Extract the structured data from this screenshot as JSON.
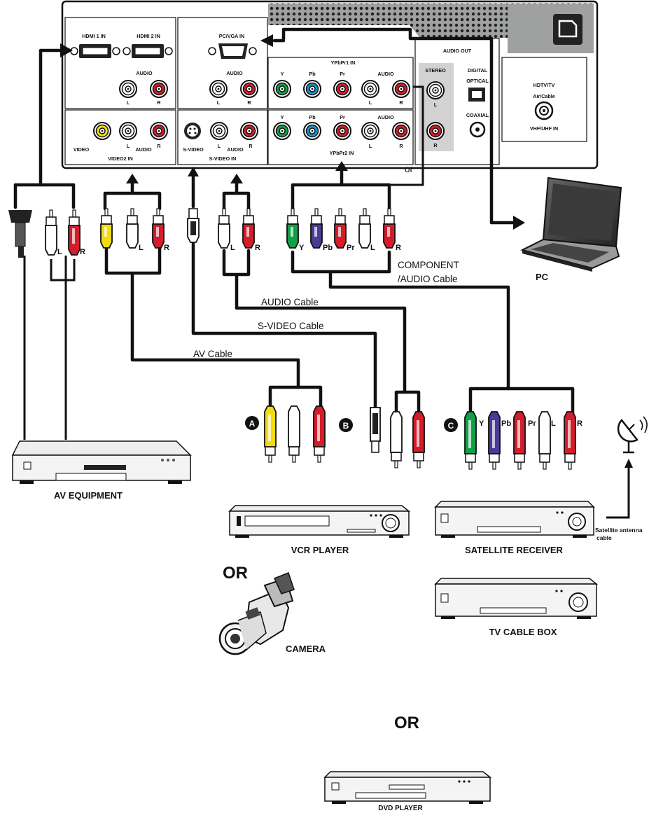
{
  "colors": {
    "green": "#11a047",
    "blue": "#1c93cc",
    "red": "#d41d2b",
    "yellow": "#f2dc10",
    "purple": "#4b3a96",
    "white": "#ffffff",
    "gray": "#d7d7d7",
    "panel_gray": "#9fa0a0"
  },
  "panel": {
    "hdmi1": "HDMI 1 IN",
    "hdmi2": "HDMI 2 IN",
    "pcvga": "PC/VGA IN",
    "audio": "AUDIO",
    "L": "L",
    "R": "R",
    "ypbpr1": "YPbPr1 IN",
    "ypbpr2": "YPbPr2 IN",
    "Y": "Y",
    "Pb": "Pb",
    "Pr": "Pr",
    "audio_out": "AUDIO OUT",
    "stereo": "STEREO",
    "digital": "DIGITAL",
    "optical": "OPTICAL",
    "coaxial": "COAXIAL",
    "hdtv": "HDTV/TV",
    "aircable": "Air/Cable",
    "vhfuhf": "VHF/UHF IN",
    "video": "VIDEO",
    "video2in": "VIDEO2 IN",
    "svideo": "S-VIDEO",
    "svideo_in": "S-VIDEO IN"
  },
  "labels": {
    "or_small": "or",
    "component1": "COMPONENT",
    "component2": "/AUDIO Cable",
    "audio_cable": "AUDIO Cable",
    "svideo_cable": "S-VIDEO Cable",
    "av_cable": "AV  Cable",
    "pc": "PC",
    "av_equipment": "AV EQUIPMENT",
    "vcr": "VCR PLAYER",
    "or": "OR",
    "camera": "CAMERA",
    "satellite": "SATELLITE  RECEIVER",
    "sat_ant1": "Satellite antenna",
    "sat_ant2": "cable",
    "tvcable": "TV CABLE BOX",
    "dvd": "DVD PLAYER",
    "badge_a": "A",
    "badge_b": "B",
    "badge_c": "C"
  }
}
